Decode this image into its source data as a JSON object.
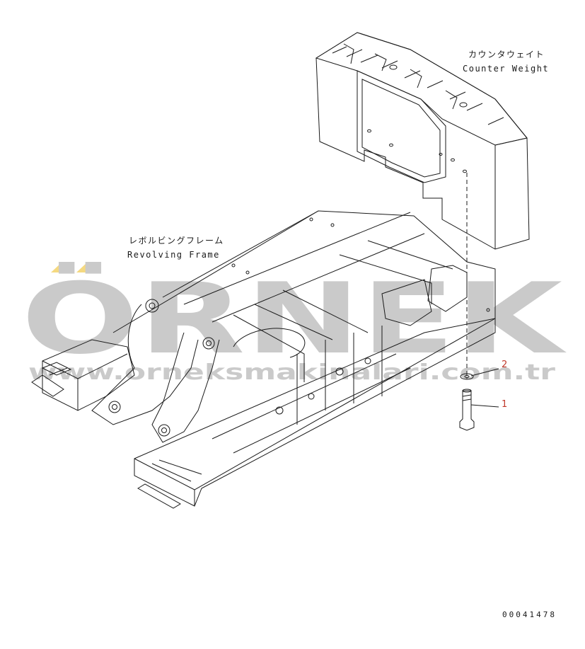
{
  "labels": {
    "counterweight_jp": "カウンタウェイト",
    "counterweight_en": "Counter Weight",
    "frame_jp": "レボルビングフレーム",
    "frame_en": "Revolving Frame"
  },
  "callouts": [
    {
      "number": "2"
    },
    {
      "number": "1"
    }
  ],
  "drawing_number": "00041478",
  "watermark": {
    "brand": "ÖRNEK",
    "url": "www.orneksmakinalari.com.tr"
  },
  "colors": {
    "line": "#1a1a1a",
    "callout_2": "#c0392b",
    "callout_1": "#c0392b",
    "watermark": "#c8c8c8",
    "watermark_accent": "#f5d77a"
  }
}
